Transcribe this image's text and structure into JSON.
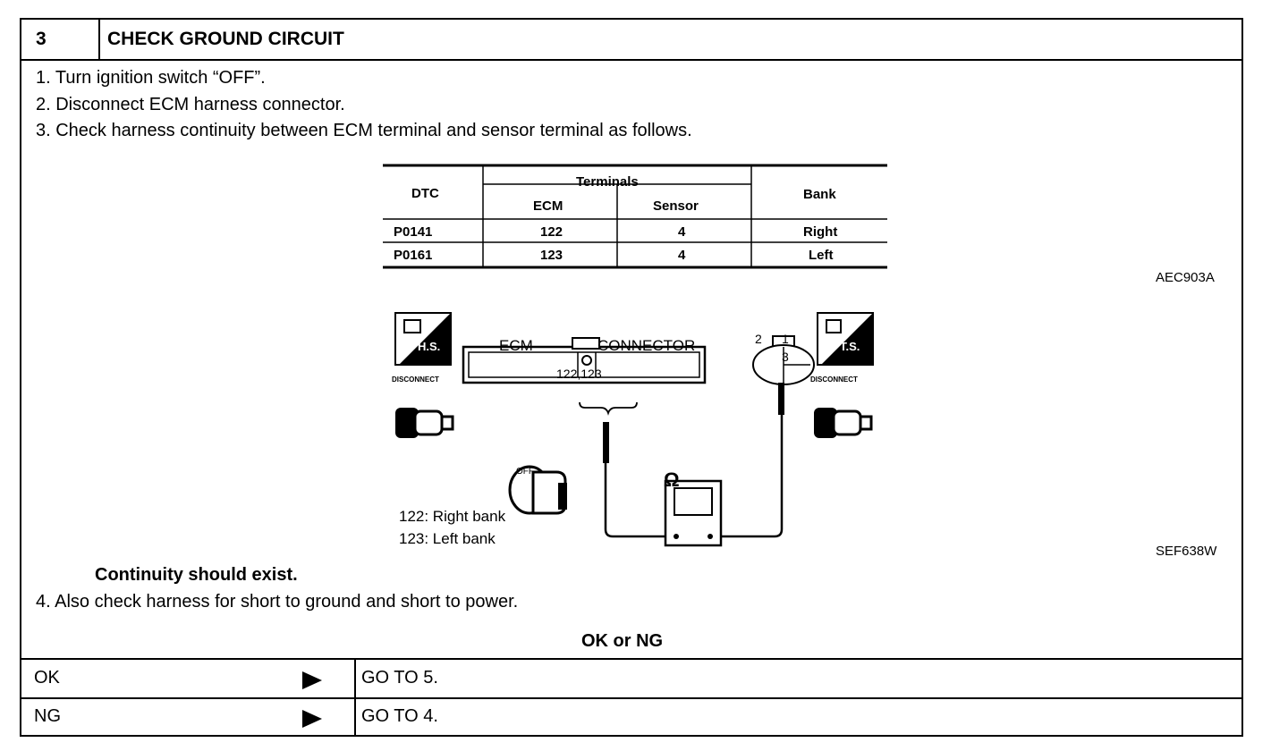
{
  "step": {
    "number": "3",
    "title": "CHECK GROUND CIRCUIT"
  },
  "instructions": [
    "1.  Turn ignition switch “OFF”.",
    "2.  Disconnect ECM harness connector.",
    "3.  Check harness continuity between ECM terminal and sensor terminal as follows."
  ],
  "table": {
    "headers": {
      "dtc": "DTC",
      "terminals": "Terminals",
      "ecm": "ECM",
      "sensor": "Sensor",
      "bank": "Bank"
    },
    "rows": [
      {
        "dtc": "P0141",
        "ecm": "122",
        "sensor": "4",
        "bank": "Right"
      },
      {
        "dtc": "P0161",
        "ecm": "123",
        "sensor": "4",
        "bank": "Left"
      }
    ],
    "code": "AEC903A"
  },
  "diagram": {
    "hs_label": "H.S.",
    "ts_label": "T.S.",
    "disconnect_left": "DISCONNECT",
    "disconnect_right": "DISCONNECT",
    "ecm_label": "ECM",
    "connector_label": "CONNECTOR",
    "terminals_label": "122,123",
    "sensor_pins": [
      "2",
      "1",
      "3"
    ],
    "key_label": "OFF",
    "ohm_symbol": "Ω",
    "legend": [
      "122:  Right bank",
      "123:  Left bank"
    ],
    "code": "SEF638W"
  },
  "result_note": "Continuity should exist.",
  "instruction_4": "4.  Also check harness for short to ground and short to power.",
  "decision": {
    "title": "OK or NG",
    "rows": [
      {
        "label": "OK",
        "action": "GO TO 5."
      },
      {
        "label": "NG",
        "action": "GO TO 4."
      }
    ]
  }
}
